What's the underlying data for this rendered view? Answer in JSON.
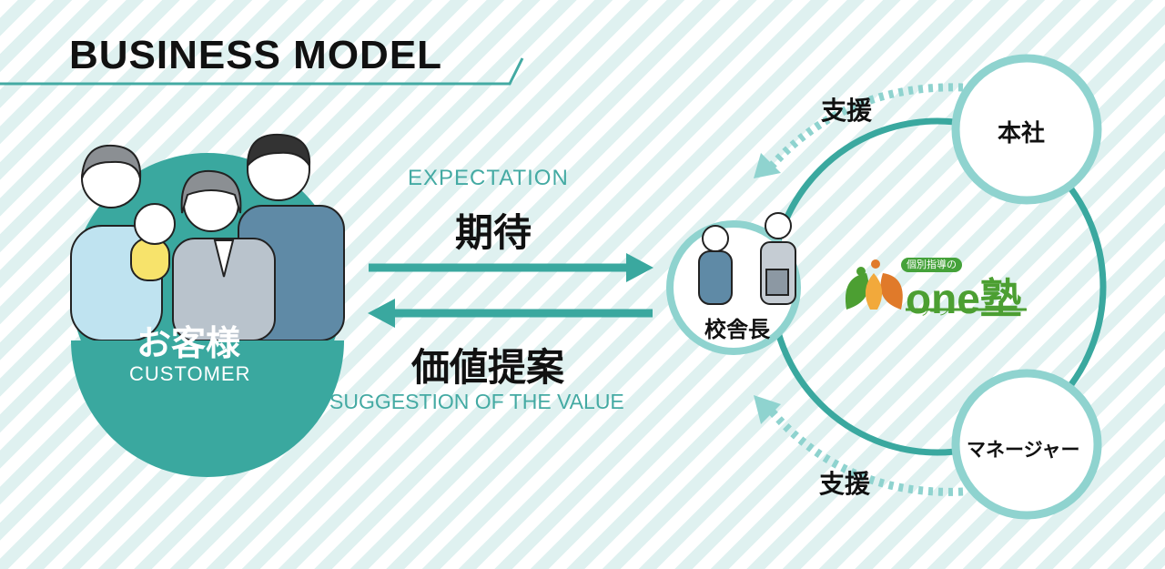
{
  "title": "BUSINESS MODEL",
  "customer": {
    "label_jp": "お客様",
    "label_en": "CUSTOMER"
  },
  "expectation": {
    "label_en": "EXPECTATION",
    "label_jp": "期待"
  },
  "suggestion": {
    "label_jp": "価値提案",
    "label_en": "SUGGESTION OF THE VALUE"
  },
  "principal": {
    "label": "校舎長"
  },
  "headquarters": {
    "label": "本社"
  },
  "manager": {
    "label": "マネージャー"
  },
  "support_top": {
    "label": "支援"
  },
  "support_bottom": {
    "label": "支援"
  },
  "logo": {
    "tagline": "個別指導の",
    "name": "one塾",
    "reading": "ワーン"
  },
  "colors": {
    "teal": "#3aa89f",
    "teal_light": "#8fd3cf",
    "stripe": "#dff1f0",
    "logo_green": "#4c9f32"
  }
}
